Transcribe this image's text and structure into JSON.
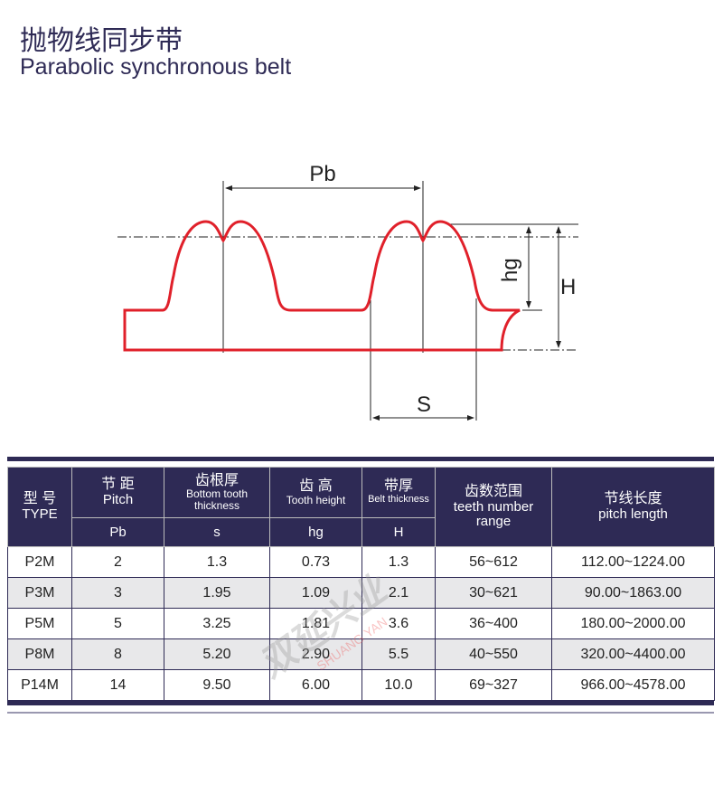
{
  "title": {
    "zh": "抛物线同步带",
    "en": "Parabolic synchronous belt"
  },
  "diagram": {
    "pb": "Pb",
    "hg": "hg",
    "H": "H",
    "S": "S",
    "belt_color": "#e0202a"
  },
  "table": {
    "headers": {
      "type": {
        "zh": "型 号",
        "en": "TYPE"
      },
      "pitch": {
        "zh": "节 距",
        "en": "Pitch",
        "sym": "Pb"
      },
      "bottom": {
        "zh": "齿根厚",
        "en": "Bottom tooth thickness",
        "sym": "s"
      },
      "tooth": {
        "zh": "齿 高",
        "en": "Tooth height",
        "sym": "hg"
      },
      "belt": {
        "zh": "带厚",
        "en": "Belt thickness",
        "sym": "H"
      },
      "teeth": {
        "zh": "齿数范围",
        "en": "teeth number range"
      },
      "length": {
        "zh": "节线长度",
        "en": "pitch length"
      }
    },
    "rows": [
      [
        "P2M",
        "2",
        "1.3",
        "0.73",
        "1.3",
        "56~612",
        "112.00~1224.00"
      ],
      [
        "P3M",
        "3",
        "1.95",
        "1.09",
        "2.1",
        "30~621",
        "90.00~1863.00"
      ],
      [
        "P5M",
        "5",
        "3.25",
        "1.81",
        "3.6",
        "36~400",
        "180.00~2000.00"
      ],
      [
        "P8M",
        "8",
        "5.20",
        "2.90",
        "5.5",
        "40~550",
        "320.00~4400.00"
      ],
      [
        "P14M",
        "14",
        "9.50",
        "6.00",
        "10.0",
        "69~327",
        "966.00~4578.00"
      ]
    ]
  },
  "watermark": {
    "zh": "双延兴业",
    "en": "SHUANG YAN"
  },
  "header_color": "#2e2a55"
}
